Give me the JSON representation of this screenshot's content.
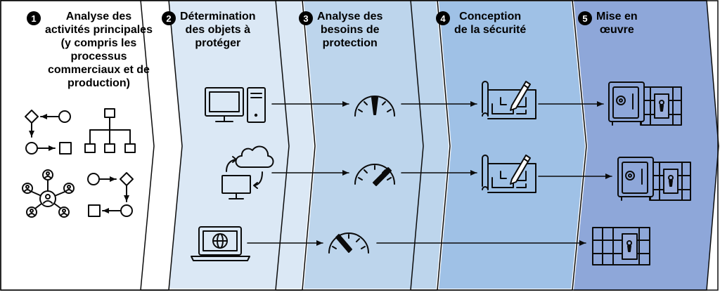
{
  "steps": [
    {
      "number": "1",
      "title": "Analyse des\nactivités principales\n(y compris les\nprocessus\ncommerciaux et de\nproduction)"
    },
    {
      "number": "2",
      "title": "Détermination\ndes objets à\nprotéger"
    },
    {
      "number": "3",
      "title": "Analyse des\nbesoins de\nprotection"
    },
    {
      "number": "4",
      "title": "Conception\nde la sécurité"
    },
    {
      "number": "5",
      "title": "Mise en\nœuvre"
    }
  ],
  "colors": {
    "band1": "#ffffff",
    "band2": "#dbe8f5",
    "band3": "#bdd5ec",
    "band4": "#9fc1e6",
    "band5": "#8ea7d9",
    "ink": "#0b0b0b"
  },
  "icons": {
    "step1": [
      "process-flow-icon",
      "org-chart-icon",
      "network-people-icon",
      "process-cycle-icon"
    ],
    "step2": [
      "desktop-computer-icon",
      "cloud-sync-icon",
      "laptop-globe-icon"
    ],
    "step3": [
      "gauge-low-icon",
      "gauge-high-icon",
      "gauge-medium-icon"
    ],
    "step4": [
      "blueprint-icon",
      "blueprint-icon"
    ],
    "step5": [
      "safe-door-icon",
      "safe-door-icon",
      "door-icon"
    ]
  }
}
